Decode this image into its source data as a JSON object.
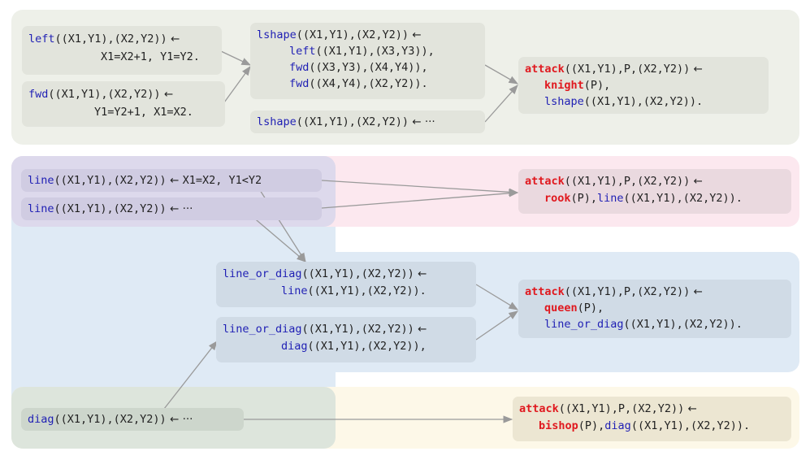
{
  "colors": {
    "knight_region": "#eef0e9",
    "rook_region": "#fce8ef",
    "line_region": "#ddd9ec",
    "queen_region": "#dfeaf5",
    "diag_region": "#dde5dc",
    "bishop_region": "#fdf8e8",
    "functor": "#1f1fb4",
    "attack_head": "#e0191f",
    "arrow": "#9a9a9a"
  },
  "clauses": {
    "left": {
      "head": "left",
      "args": "((X1,Y1),(X2,Y2))",
      "arrow": " ←",
      "body": "X1=X2+1, Y1=Y2."
    },
    "fwd": {
      "head": "fwd",
      "args": "((X1,Y1),(X2,Y2))",
      "arrow": " ←",
      "body": "Y1=Y2+1, X1=X2."
    },
    "lshape1": {
      "head": "lshape",
      "args": "((X1,Y1),(X2,Y2))",
      "arrow": " ←",
      "b1_fn": "left",
      "b1_args": "((X1,Y1),(X3,Y3)),",
      "b2_fn": "fwd",
      "b2_args": "((X3,Y3),(X4,Y4)),",
      "b3_fn": "fwd",
      "b3_args": "((X4,Y4),(X2,Y2))."
    },
    "lshape2": {
      "head": "lshape",
      "args": "((X1,Y1),(X2,Y2))",
      "arrow": " ← ···"
    },
    "attack_knight": {
      "head": "attack",
      "args": "((X1,Y1),P,(X2,Y2))",
      "arrow": " ←",
      "piece": "knight",
      "piece_args": "(P),",
      "b_fn": "lshape",
      "b_args": "((X1,Y1),(X2,Y2))."
    },
    "line1": {
      "head": "line",
      "args": "((X1,Y1),(X2,Y2))",
      "arrow": " ← ",
      "body": "X1=X2, Y1<Y2"
    },
    "line2": {
      "head": "line",
      "args": "((X1,Y1),(X2,Y2))",
      "arrow": " ← ···"
    },
    "attack_rook": {
      "head": "attack",
      "args": "((X1,Y1),P,(X2,Y2))",
      "arrow": " ←",
      "piece": "rook",
      "piece_args": "(P),",
      "b_fn": "line",
      "b_args": "((X1,Y1),(X2,Y2))."
    },
    "lod1": {
      "head": "line_or_diag",
      "args": "((X1,Y1),(X2,Y2))",
      "arrow": " ←",
      "b_fn": "line",
      "b_args": "((X1,Y1),(X2,Y2))."
    },
    "lod2": {
      "head": "line_or_diag",
      "args": "((X1,Y1),(X2,Y2))",
      "arrow": " ←",
      "b_fn": "diag",
      "b_args": "((X1,Y1),(X2,Y2)),"
    },
    "attack_queen": {
      "head": "attack",
      "args": "((X1,Y1),P,(X2,Y2))",
      "arrow": " ←",
      "piece": "queen",
      "piece_args": "(P),",
      "b_fn": "line_or_diag",
      "b_args": "((X1,Y1),(X2,Y2))."
    },
    "diag": {
      "head": "diag",
      "args": "((X1,Y1),(X2,Y2))",
      "arrow": " ← ···"
    },
    "attack_bishop": {
      "head": "attack",
      "args": "((X1,Y1),P,(X2,Y2))",
      "arrow": " ←",
      "piece": "bishop",
      "piece_args": "(P),",
      "b_fn": "diag",
      "b_args": "((X1,Y1),(X2,Y2))."
    }
  }
}
